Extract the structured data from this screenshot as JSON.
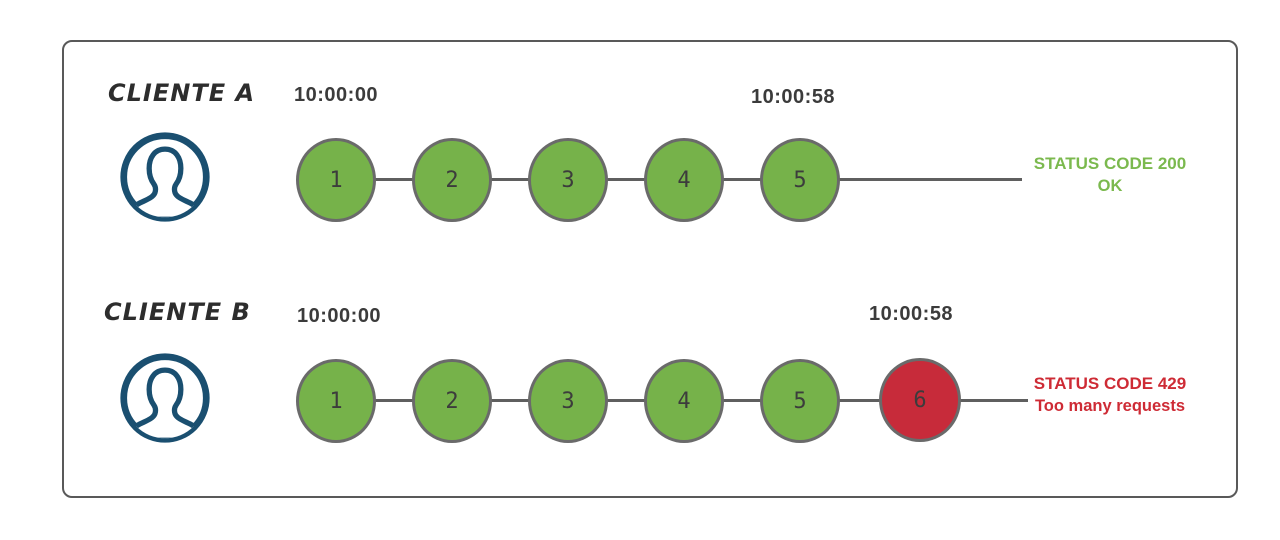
{
  "rows": [
    {
      "client": "CLIENTE A",
      "start_time": "10:00:00",
      "end_time": "10:00:58",
      "requests": [
        {
          "label": "1",
          "state": "success"
        },
        {
          "label": "2",
          "state": "success"
        },
        {
          "label": "3",
          "state": "success"
        },
        {
          "label": "4",
          "state": "success"
        },
        {
          "label": "5",
          "state": "success"
        }
      ],
      "status_line1": "STATUS CODE 200",
      "status_line2": "OK"
    },
    {
      "client": "CLIENTE B",
      "start_time": "10:00:00",
      "end_time": "10:00:58",
      "requests": [
        {
          "label": "1",
          "state": "success"
        },
        {
          "label": "2",
          "state": "success"
        },
        {
          "label": "3",
          "state": "success"
        },
        {
          "label": "4",
          "state": "success"
        },
        {
          "label": "5",
          "state": "success"
        },
        {
          "label": "6",
          "state": "rate_limited"
        }
      ],
      "status_line1": "STATUS CODE 429",
      "status_line2": "Too many requests"
    }
  ],
  "icons": [
    {
      "name": "user-avatar-icon",
      "meaning": "client user silhouette in circle"
    }
  ],
  "colors": {
    "success_node": "#76b24a",
    "error_node": "#c72b3a",
    "node_border": "#6a6a6a",
    "timeline": "#5f5f5f",
    "frame_border": "#595959",
    "status_ok_text": "#7bb94e",
    "status_error_text": "#ce2b35",
    "avatar_icon": "#1a4f70",
    "dark_text": "#3b3b3b"
  }
}
